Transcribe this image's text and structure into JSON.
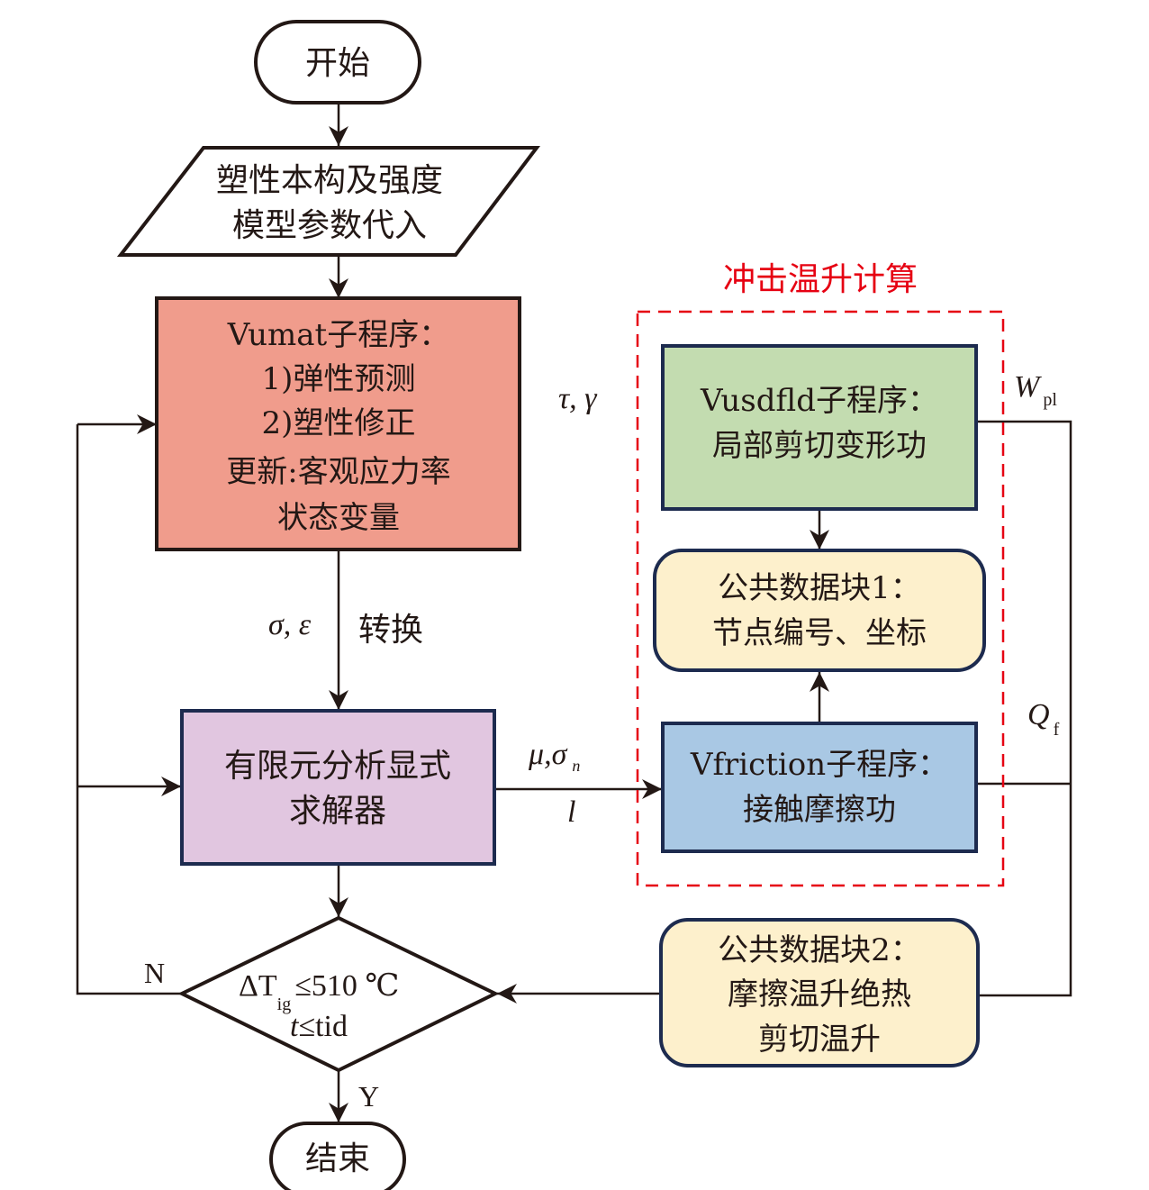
{
  "title": "冲击温升计算流程图",
  "colors": {
    "vumat_fill": "#f09c8c",
    "solver_fill": "#e1c6e0",
    "vusdfld_fill": "#c3dcb0",
    "datablock_fill": "#fdf0cc",
    "vfriction_fill": "#a9c8e4",
    "box_border": "#1d2b4f",
    "dashed_group": "#e60012",
    "line": "#231815"
  },
  "nodes": {
    "start": {
      "label": "开始"
    },
    "input": {
      "lines": [
        "塑性本构及强度",
        "模型参数代入"
      ]
    },
    "vumat": {
      "lines": [
        "Vumat子程序：",
        "1)弹性预测",
        "2)塑性修正",
        "更新:客观应力率",
        "状态变量"
      ]
    },
    "solver": {
      "lines": [
        "有限元分析显式",
        "求解器"
      ]
    },
    "decision": {
      "line1_prefix": "ΔT",
      "line1_sub": "ig",
      "line1_rest": "≤510 ℃",
      "line2_var": "t",
      "line2_rest": "≤tid"
    },
    "end": {
      "label": "结束"
    },
    "vusdfld": {
      "lines": [
        "Vusdfld子程序：",
        "局部剪切变形功"
      ]
    },
    "datablock1": {
      "lines": [
        "公共数据块1：",
        "节点编号、坐标"
      ]
    },
    "vfriction": {
      "lines": [
        "Vfriction子程序：",
        "接触摩擦功"
      ]
    },
    "datablock2": {
      "lines": [
        "公共数据块2：",
        "摩擦温升绝热",
        "剪切温升"
      ]
    }
  },
  "group": {
    "label": "冲击温升计算"
  },
  "edge_labels": {
    "tau_gamma": "τ, γ",
    "sigma_eps": "σ, ε",
    "convert": "转换",
    "mu": "μ",
    "sigma_n_base": ",σ",
    "sigma_n_sub": "n",
    "l": "l",
    "W_base": "W",
    "W_sub": "pl",
    "Q_base": "Q",
    "Q_sub": "f",
    "no": "N",
    "yes": "Y"
  }
}
